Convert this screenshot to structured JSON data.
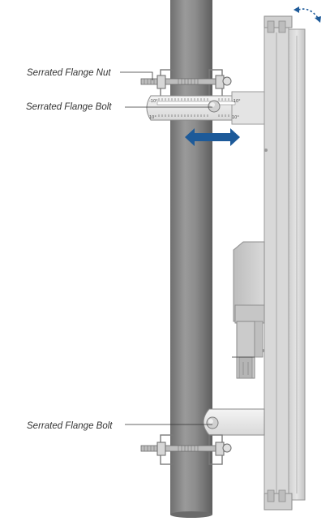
{
  "callouts": {
    "serrated_flange_nut": "Serrated Flange Nut",
    "serrated_flange_bolt_top": "Serrated Flange Bolt",
    "serrated_flange_bolt_bottom": "Serrated Flange Bolt"
  },
  "scale_marks": {
    "left_top": "-10°",
    "left_bottom": "10°",
    "right_top": "-10°",
    "right_bottom": "10°"
  },
  "colors": {
    "pole": "#8a8a8a",
    "arrow": "#1d5a99",
    "antenna_body": "#d6d6d6",
    "callout_line": "#333333"
  }
}
